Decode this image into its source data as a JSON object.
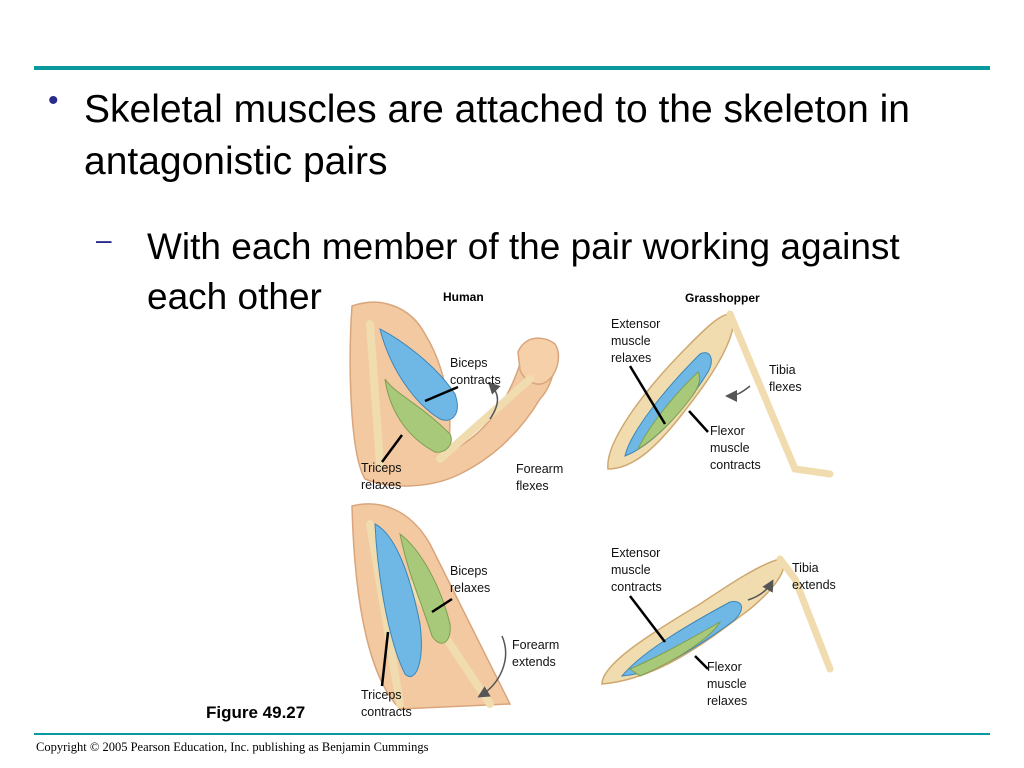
{
  "slide": {
    "bullet_1": "Skeletal muscles are attached to the skeleton in antagonistic pairs",
    "bullet_2": "With each member of the pair working against each other",
    "figure_caption": "Figure 49.27",
    "copyright": "Copyright © 2005 Pearson Education, Inc. publishing as Benjamin Cummings"
  },
  "figure": {
    "header_human": "Human",
    "header_grasshopper": "Grasshopper",
    "human_top": {
      "biceps": "Biceps\ncontracts",
      "triceps": "Triceps\nrelaxes",
      "forearm": "Forearm\nflexes"
    },
    "human_bottom": {
      "biceps": "Biceps\nrelaxes",
      "triceps": "Triceps\ncontracts",
      "forearm": "Forearm\nextends"
    },
    "grasshopper_top": {
      "extensor": "Extensor\nmuscle\nrelaxes",
      "flexor": "Flexor\nmuscle\ncontracts",
      "tibia": "Tibia\nflexes"
    },
    "grasshopper_bottom": {
      "extensor": "Extensor\nmuscle\ncontracts",
      "flexor": "Flexor\nmuscle\nrelaxes",
      "tibia": "Tibia\nextends"
    }
  },
  "colors": {
    "accent_rule": "#0a9a9e",
    "bullet_marker": "#2a2a8a",
    "skin": "#f2c9a0",
    "bone": "#f0dcae",
    "muscle_blue": "#6fb8e6",
    "muscle_green": "#a9c97a"
  }
}
